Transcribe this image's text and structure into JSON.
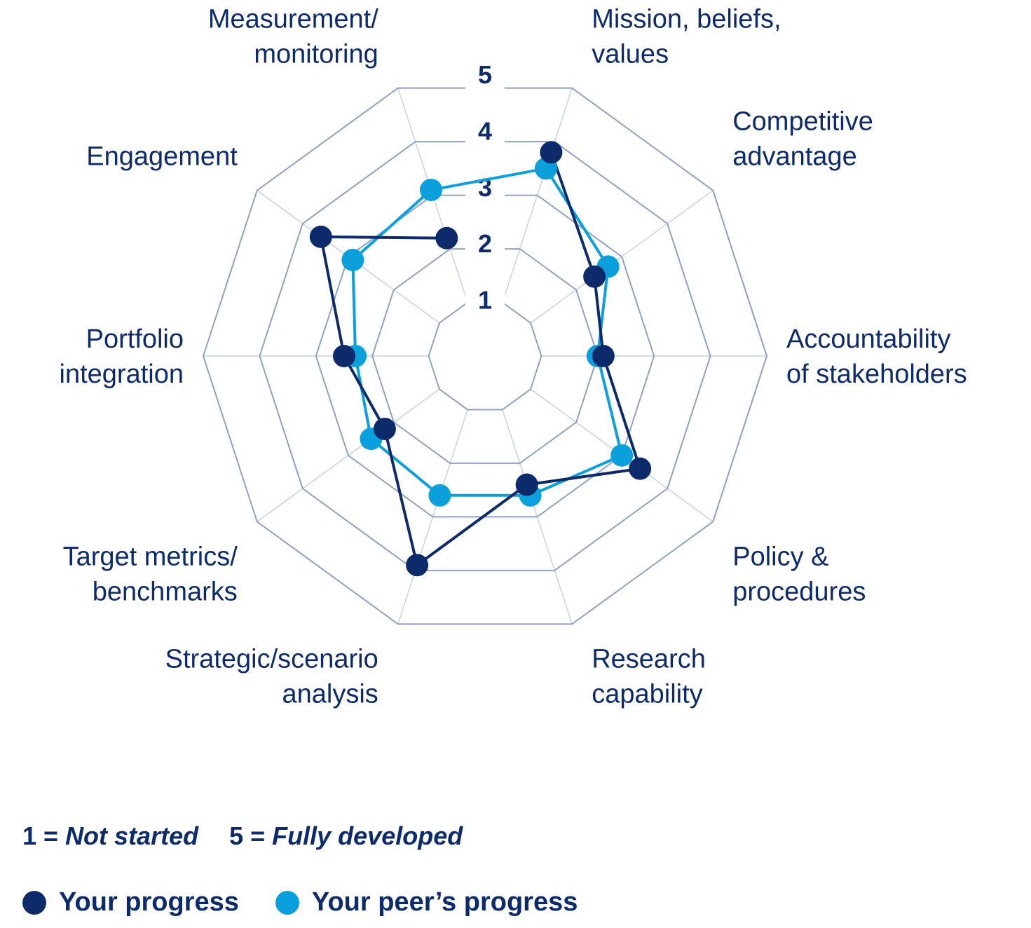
{
  "chart_data": {
    "type": "radar",
    "categories": [
      [
        "Mission, beliefs,",
        "values"
      ],
      [
        "Competitive",
        "advantage"
      ],
      [
        "Accountability",
        "of stakeholders"
      ],
      [
        "Policy &",
        "procedures"
      ],
      [
        "Research",
        "capability"
      ],
      [
        "Strategic/scenario",
        "analysis"
      ],
      [
        "Target metrics/",
        "benchmarks"
      ],
      [
        "Portfolio",
        "integration"
      ],
      [
        "Engagement"
      ],
      [
        "Measurement/",
        "monitoring"
      ]
    ],
    "ticks": [
      "1",
      "2",
      "3",
      "4",
      "5"
    ],
    "range": [
      0,
      5
    ],
    "series": [
      {
        "name": "Your progress",
        "color": "#0d2b6b",
        "values": [
          3.8,
          2.4,
          2.1,
          3.4,
          2.4,
          3.9,
          2.2,
          2.5,
          3.6,
          2.2
        ],
        "line_omits_last_segment": true
      },
      {
        "name": "Your peer’s progress",
        "color": "#0ba0dc",
        "values": [
          3.5,
          2.7,
          2.0,
          3.0,
          2.6,
          2.6,
          2.5,
          2.3,
          2.9,
          3.1
        ],
        "line_omits_last_segment": false
      }
    ],
    "grid_color": "#8fa1c2",
    "spoke_color": "#c8d1e3"
  },
  "scale_note": {
    "min_key": "1 = ",
    "min_text": "Not started",
    "max_key": "5 = ",
    "max_text": "Fully developed"
  },
  "legend": {
    "yours": "Your progress",
    "peers": "Your peer’s progress",
    "yours_color": "#0d2b6b",
    "peers_color": "#0ba0dc"
  }
}
